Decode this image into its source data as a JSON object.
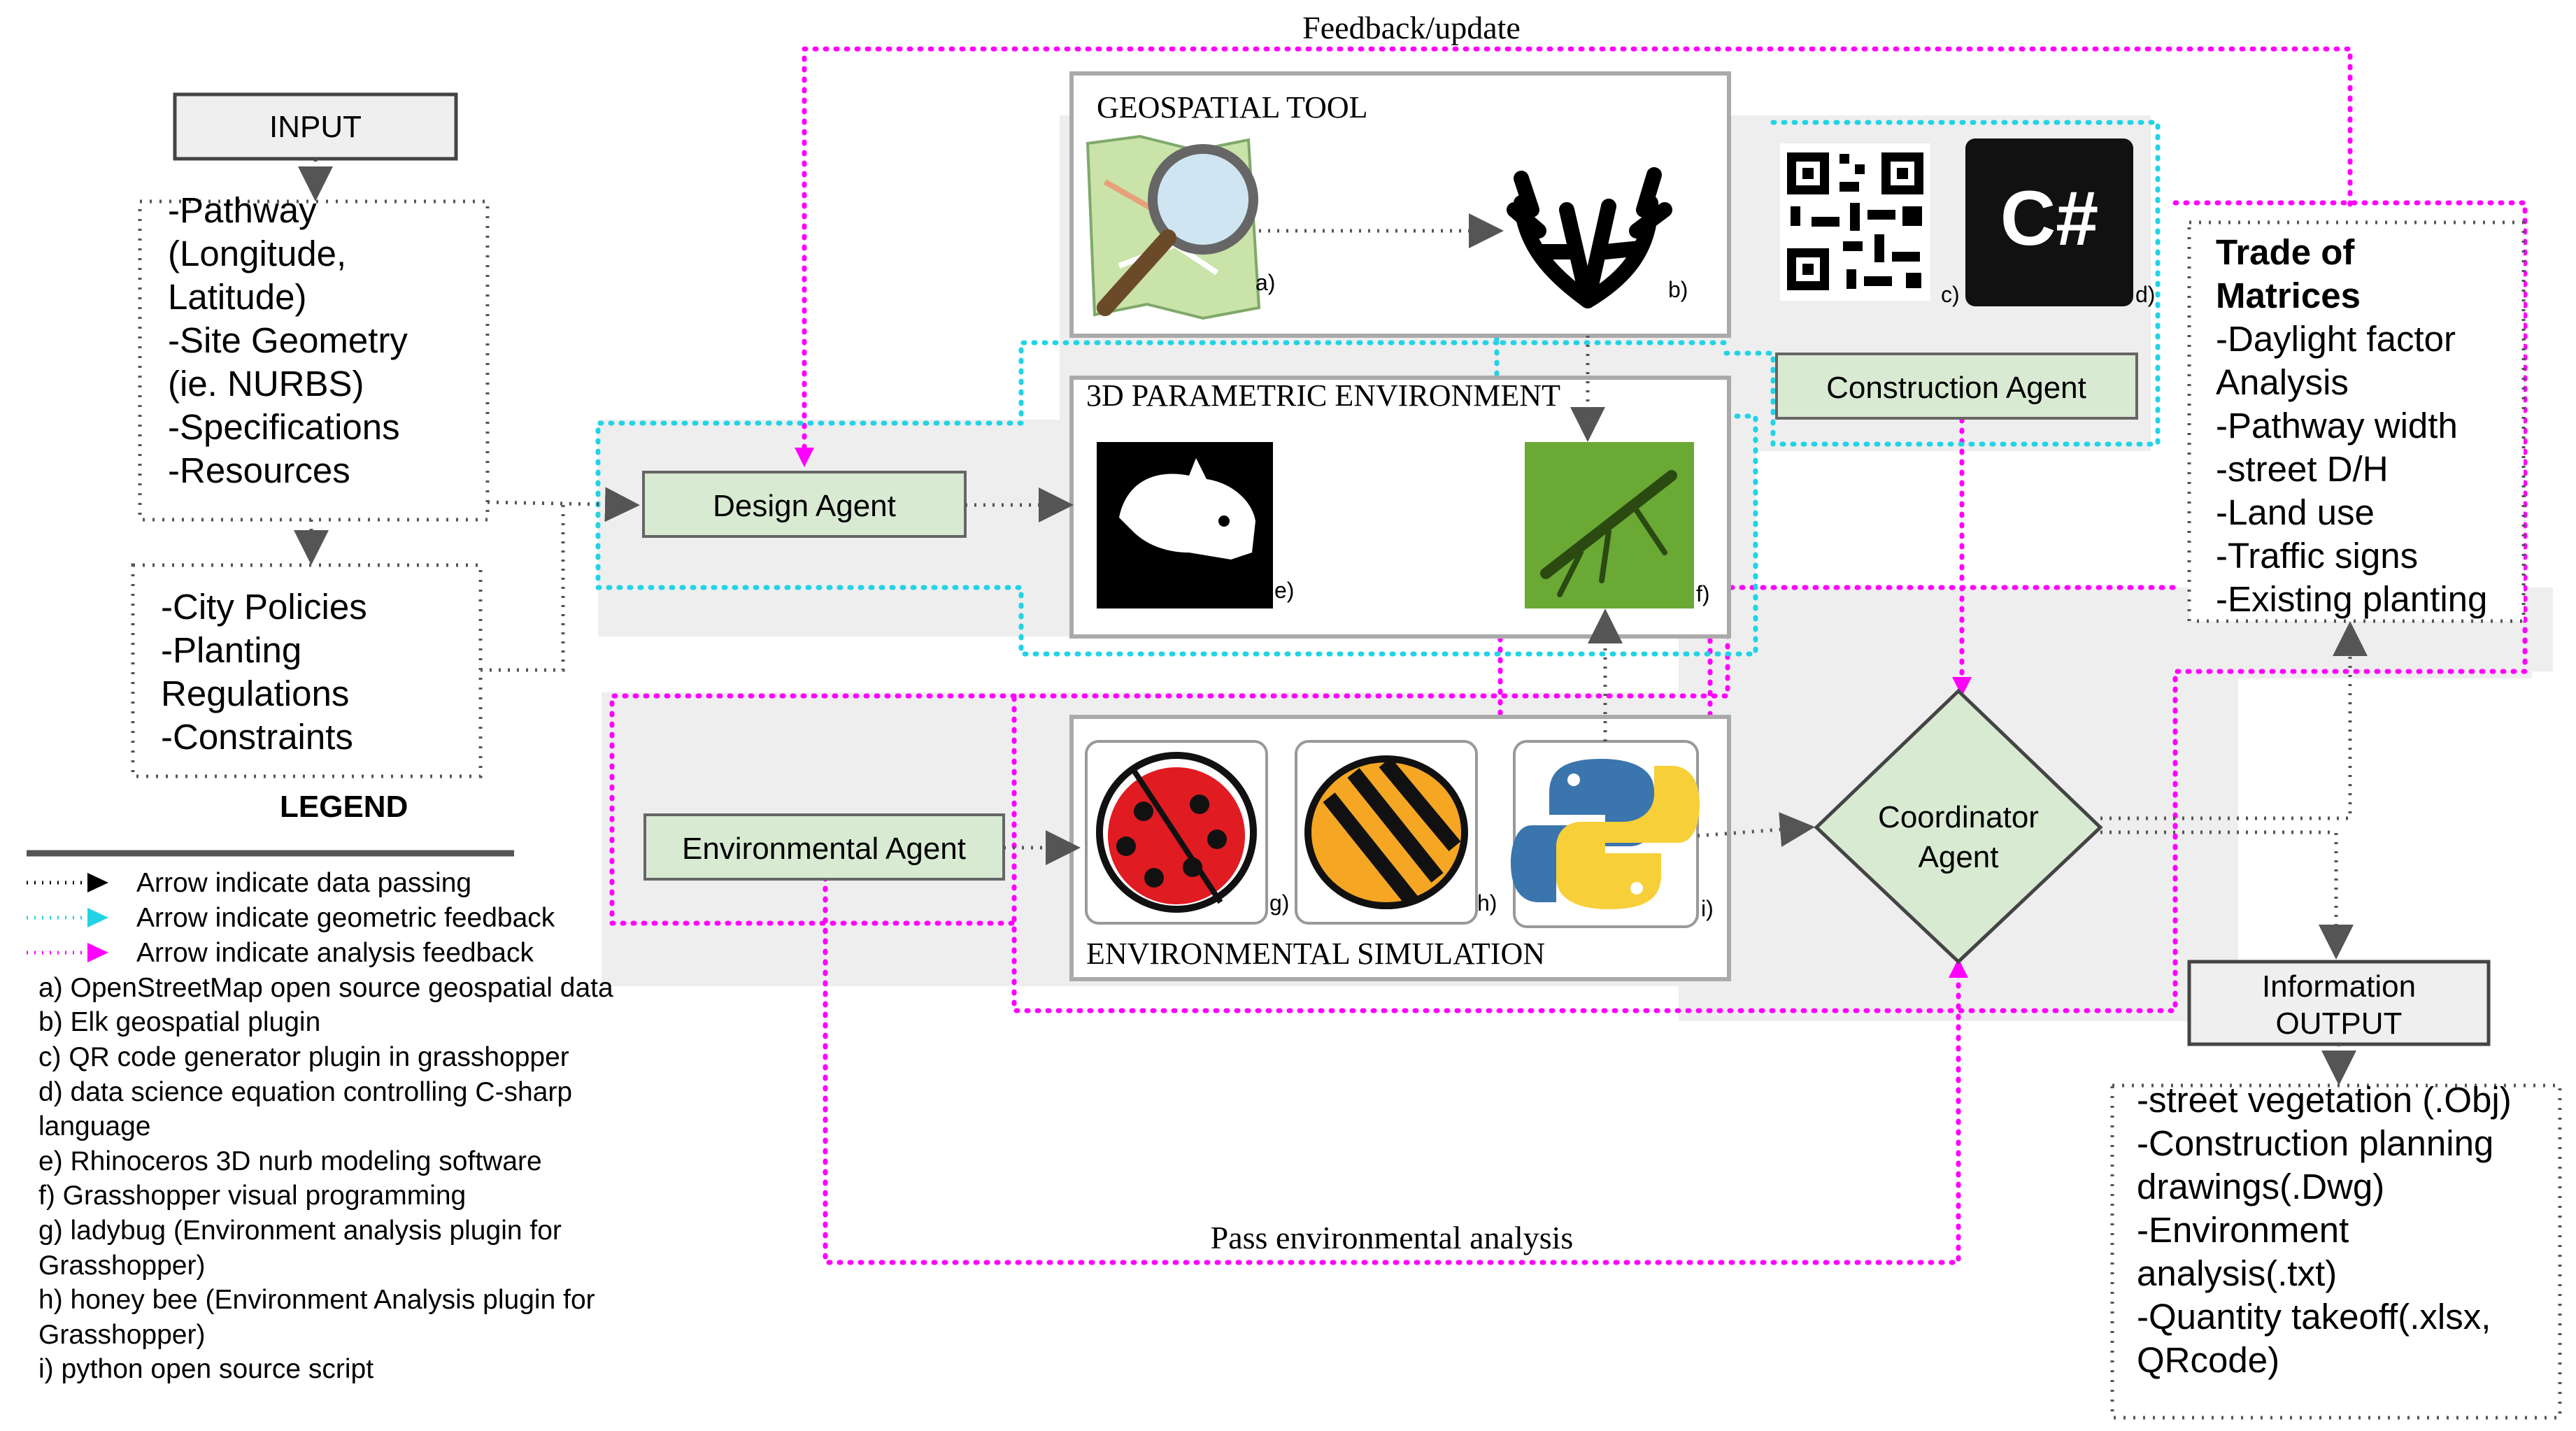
{
  "top_label": "Feedback/update",
  "bottom_label": "Pass environmental analysis",
  "input": {
    "title": "INPUT",
    "box1_lines": [
      "-Pathway",
      "(Longitude,",
      "Latitude)",
      "-Site Geometry",
      "(ie. NURBS)",
      "-Specifications",
      "-Resources"
    ],
    "box2_lines": [
      "-City Policies",
      "-Planting",
      "Regulations",
      "-Constraints"
    ]
  },
  "legend": {
    "title": "LEGEND",
    "arrows": [
      {
        "label": "Arrow indicate data passing",
        "color": "#000000"
      },
      {
        "label": "Arrow indicate geometric feedback",
        "color": "#22d3e6"
      },
      {
        "label": "Arrow indicate analysis feedback",
        "color": "#ff00ff"
      }
    ],
    "notes": [
      "a) OpenStreetMap open source geospatial data",
      "b) Elk geospatial plugin",
      "c) QR code generator plugin in grasshopper",
      "d) data science equation controlling C-sharp",
      "language",
      "e) Rhinoceros 3D nurb modeling software",
      "f) Grasshopper visual programming",
      "g) ladybug (Environment analysis plugin for",
      "Grasshopper)",
      "h) honey bee (Environment Analysis plugin for",
      "Grasshopper)",
      "i) python open source script"
    ]
  },
  "agents": {
    "design": "Design Agent",
    "environmental": "Environmental Agent",
    "construction": "Construction Agent",
    "coordinator_line1": "Coordinator",
    "coordinator_line2": "Agent"
  },
  "panels": {
    "geospatial": "GEOSPATIAL TOOL",
    "parametric": "3D PARAMETRIC ENVIRONMENT",
    "simulation": "ENVIRONMENTAL SIMULATION"
  },
  "icon_tags": {
    "a": "a)",
    "b": "b)",
    "c": "c)",
    "d": "d)",
    "e": "e)",
    "f": "f)",
    "g": "g)",
    "h": "h)",
    "i": "i)"
  },
  "csharp_label": "C#",
  "tradeoff": {
    "title_lines": [
      "Trade of",
      "Matrices"
    ],
    "lines": [
      "-Daylight factor",
      "Analysis",
      "-Pathway width",
      "-street D/H",
      "-Land use",
      "-Traffic signs",
      "-Existing planting"
    ]
  },
  "output": {
    "title_line1": "Information",
    "title_line2": "OUTPUT",
    "lines": [
      "-street vegetation (.Obj)",
      "-Construction planning",
      "drawings(.Dwg)",
      "-Environment",
      "analysis(.txt)",
      "-Quantity takeoff(.xlsx,",
      "QRcode)"
    ]
  },
  "colors": {
    "agent_fill": "#d9ead3",
    "header_fill": "#efefef",
    "band_fill": "#eeeeee",
    "cyan": "#22d3e6",
    "magenta": "#ff00ff",
    "arrow_gray": "#555555"
  }
}
